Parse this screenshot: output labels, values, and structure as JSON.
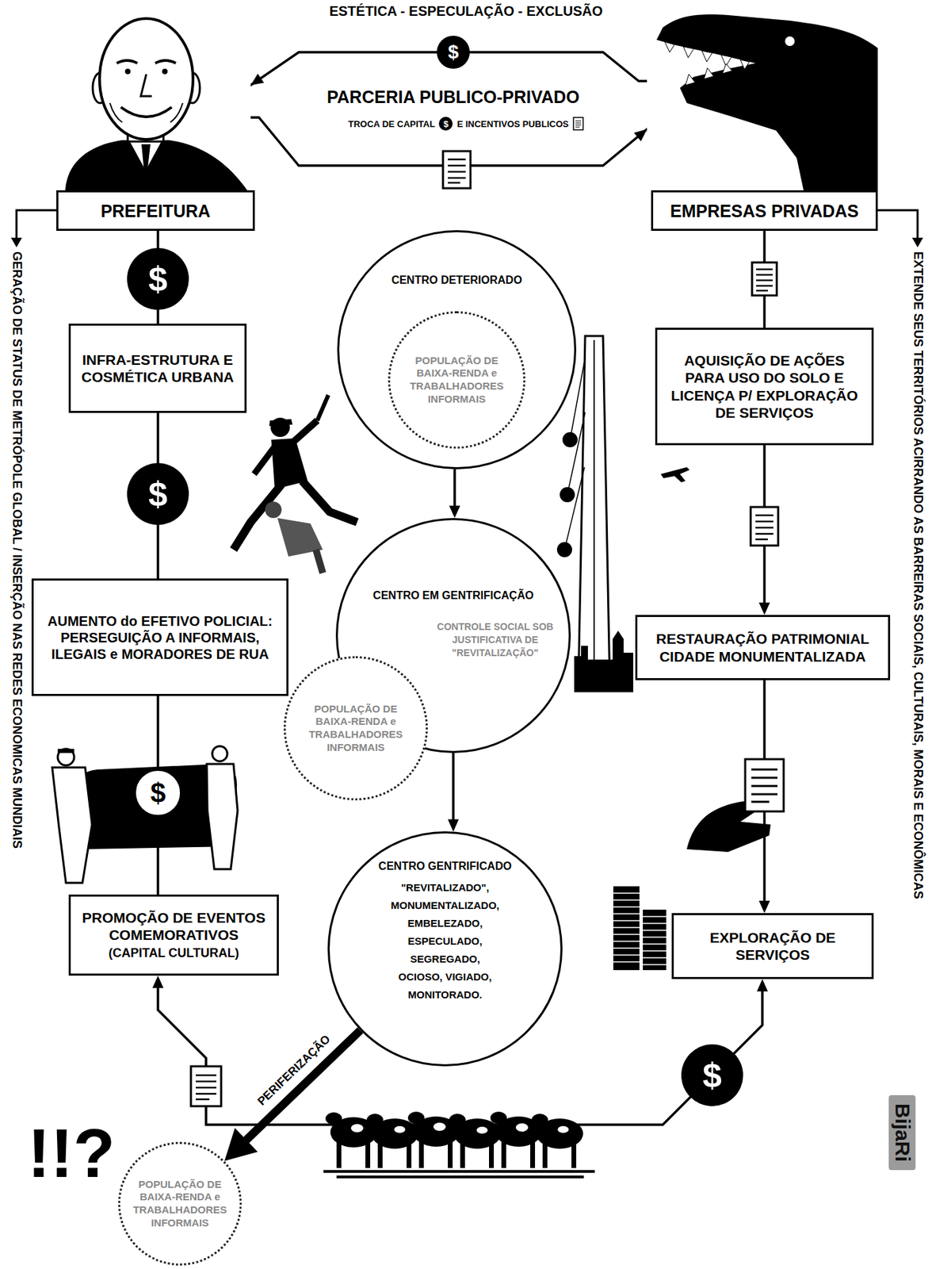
{
  "diagram": {
    "title": "ESTÉTICA - ESPECULAÇÃO - EXCLUSÃO",
    "nodes": [
      {
        "text": [
          "PREFEITURA"
        ]
      },
      {
        "text": [
          "EMPRESAS PRIVADAS"
        ]
      },
      {
        "text": [
          "CENTRO DETERIORADO"
        ]
      },
      {
        "text": [
          "POPULAÇÃO DE BAIXA-RENDA e TRABALHADORES INFORMAIS"
        ],
        "in": 2
      },
      {
        "text": [
          "INFRA-ESTRUTURA E COSMÉTICA URBANA"
        ]
      },
      {
        "text": [
          "AQUISIÇÃO DE AÇÕES PARA USO DO SOLO E LICENÇA P/ EXPLORAÇÃO DE SERVIÇOS"
        ]
      },
      {
        "text": [
          "CENTRO EM GENTRIFICAÇÃO",
          "CONTROLE SOCIAL SOB JUSTIFICATIVA DE \"REVITALIZAÇÃO\""
        ]
      },
      {
        "text": [
          "AUMENTO do EFETIVO POLICIAL: PERSEGUIÇÃO A INFORMAIS, ILEGAIS e MORADORES DE RUA"
        ]
      },
      {
        "text": [
          "RESTAURAÇÃO PATRIMONIAL CIDADE MONUMENTALIZADA"
        ]
      },
      {
        "text": [
          "POPULAÇÃO DE BAIXA-RENDA e TRABALHADORES INFORMAIS"
        ]
      },
      {
        "text": [
          "CENTRO GENTRIFICADO",
          "\"REVITALIZADO\", MONUMENTALIZADO, EMBELEZADO, ESPECULADO, SEGREGADO, OCIOSO, VIGIADO, MONITORADO."
        ]
      },
      {
        "text": [
          "PROMOÇÃO DE EVENTOS COMEMORATIVOS",
          "(CAPITAL CULTURAL)"
        ]
      },
      {
        "text": [
          "EXPLORAÇÃO DE SERVIÇOS"
        ]
      },
      {
        "text": [
          "POPULAÇÃO DE BAIXA-RENDA e TRABALHADORES INFORMAIS"
        ]
      }
    ],
    "edges": [
      {
        "from": 1,
        "to": 0,
        "arrow": "to"
      },
      {
        "from": 0,
        "to": 1,
        "arrow": "to"
      },
      {
        "from": 0,
        "to": 4,
        "arrow": "none"
      },
      {
        "from": 4,
        "to": 7,
        "arrow": "none"
      },
      {
        "from": 7,
        "to": 11,
        "arrow": "none"
      },
      {
        "from": 1,
        "to": 5,
        "arrow": "none"
      },
      {
        "from": 5,
        "to": 8,
        "arrow": "to"
      },
      {
        "from": 8,
        "to": 12,
        "arrow": "to"
      },
      {
        "from": 2,
        "to": 6,
        "arrow": "to"
      },
      {
        "from": 6,
        "to": 10,
        "arrow": "to"
      },
      {
        "from": 10,
        "to": 13,
        "label": "PERIFERIZAÇÃO",
        "arrow": "to"
      },
      {
        "from": 11,
        "to": 12,
        "arrow": "both"
      }
    ],
    "labels": [
      "$",
      "PARCERIA PUBLICO-PRIVADO",
      "TROCA DE CAPITAL",
      "$",
      "E INCENTIVOS PUBLICOS",
      "GERAÇÃO DE STATUS DE METRÓPOLE GLOBAL / INSERÇÃO NAS REDES ECONOMICAS MUNDIAIS",
      "EXTENDE SEUS TERRITÓRIOS ACIRRANDO AS BARREIRAS SOCIAIS, CULTURAIS, MORAIS E ECONÔMICAS",
      "$",
      "$",
      "$",
      "$",
      "!!?",
      "BijaRi"
    ]
  }
}
